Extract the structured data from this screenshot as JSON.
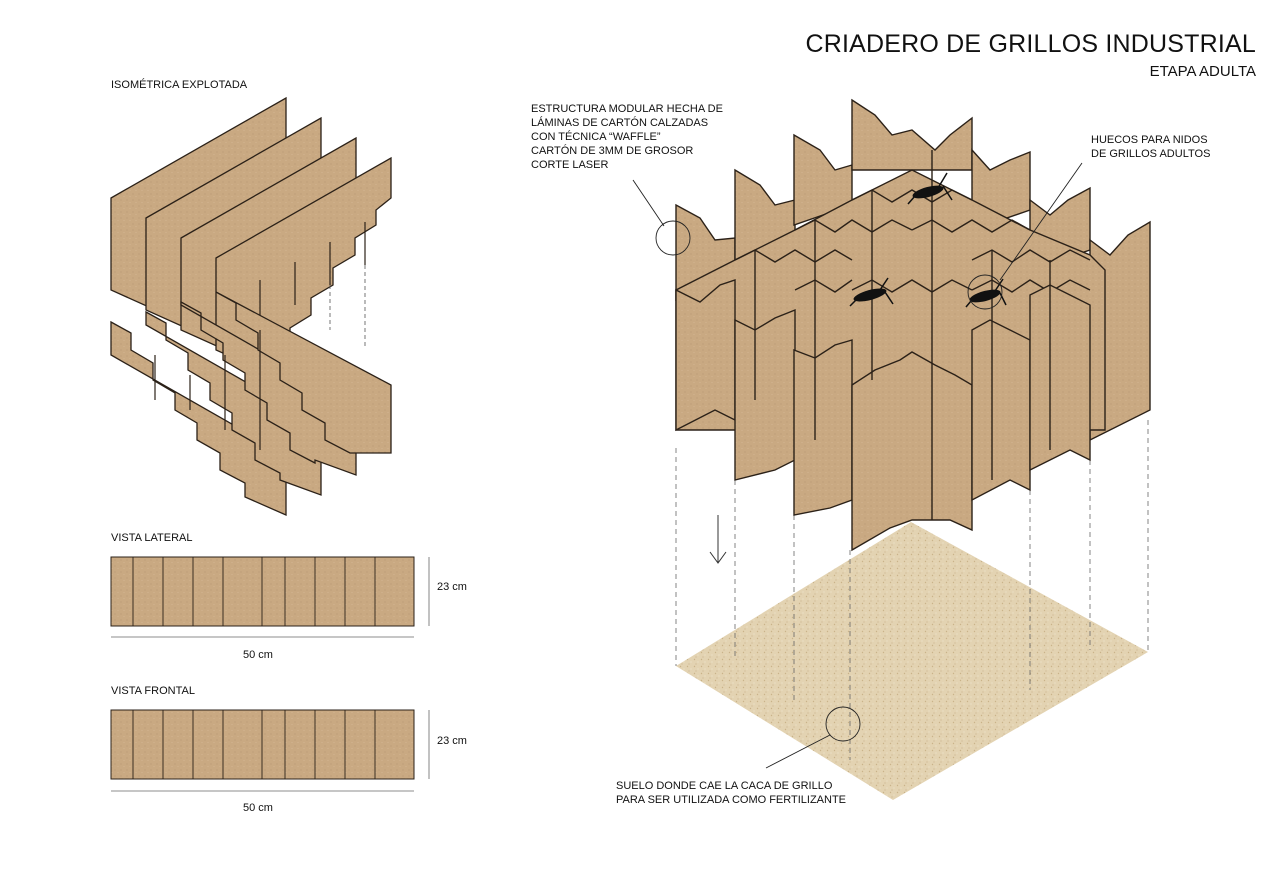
{
  "header": {
    "title": "CRIADERO DE GRILLOS INDUSTRIAL",
    "subtitle": "ETAPA ADULTA"
  },
  "exploded": {
    "label": "ISOMÉTRICA EXPLOTADA"
  },
  "lateral_view": {
    "label": "VISTA LATERAL",
    "height": "23 cm",
    "width": "50 cm"
  },
  "front_view": {
    "label": "VISTA FRONTAL",
    "height": "23 cm",
    "width": "50 cm"
  },
  "annotations": {
    "structure": [
      "ESTRUCTURA MODULAR HECHA DE",
      "LÁMINAS DE CARTÓN CALZADAS",
      "CON TÉCNICA “WAFFLE”",
      "CARTÓN DE 3MM DE GROSOR",
      "CORTE LASER"
    ],
    "nests": [
      "HUECOS PARA NIDOS",
      "DE GRILLOS ADULTOS"
    ],
    "floor": [
      "SUELO DONDE CAE LA CACA DE GRILLO",
      "PARA SER UTILIZADA COMO FERTILIZANTE"
    ]
  },
  "colors": {
    "cardboard": "#c9a982",
    "cardboard_dark": "#b08f68",
    "edge": "#2b2118",
    "floor": "#e3d3b2"
  }
}
